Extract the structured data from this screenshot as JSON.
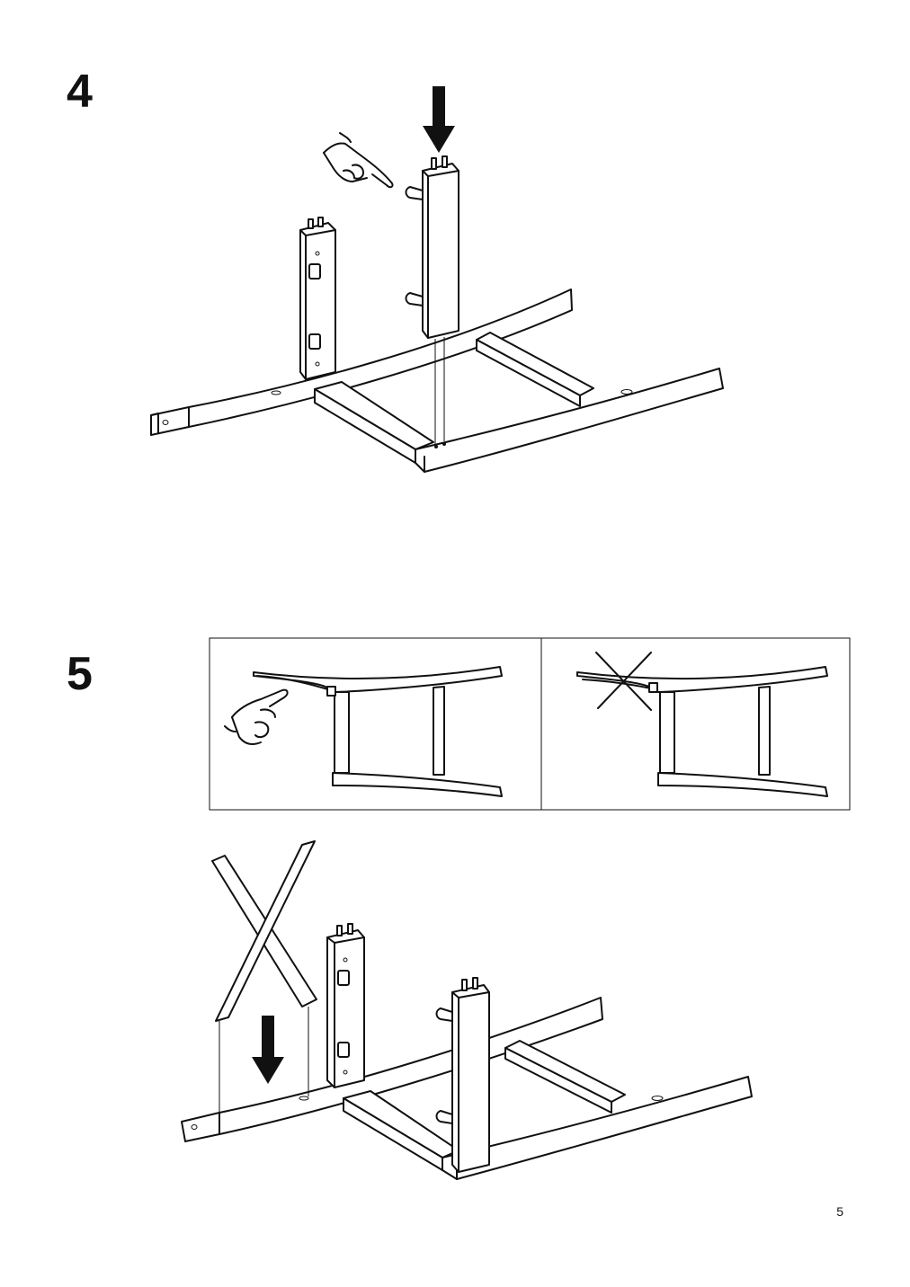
{
  "steps": [
    {
      "number": "4"
    },
    {
      "number": "5"
    }
  ],
  "page_number": "5",
  "icons": {
    "step4_press": "pointing-hand-icon",
    "step4_arrow": "down-arrow-icon",
    "step5_correct_press": "pointing-hand-icon",
    "step5_wrong_mark": "cross-mark-icon",
    "step5_arrow": "down-arrow-icon"
  }
}
